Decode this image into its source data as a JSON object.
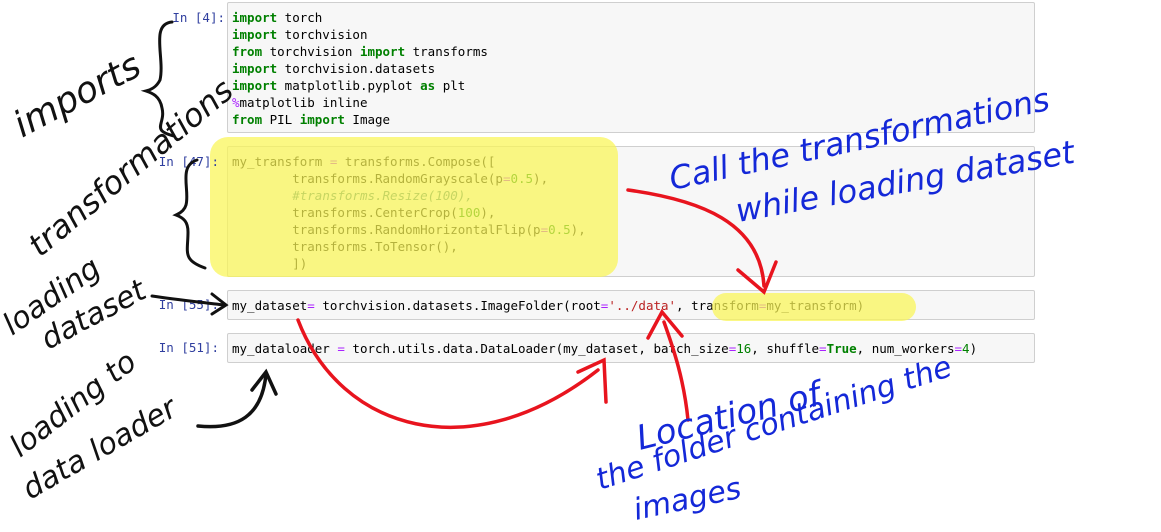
{
  "cells": [
    {
      "prompt": "In [4]:",
      "lines": [
        [
          {
            "t": "import",
            "c": "kw"
          },
          {
            "t": " torch"
          }
        ],
        [
          {
            "t": "import",
            "c": "kw"
          },
          {
            "t": " torchvision"
          }
        ],
        [
          {
            "t": "from",
            "c": "kw"
          },
          {
            "t": " torchvision "
          },
          {
            "t": "import",
            "c": "kw"
          },
          {
            "t": " transforms"
          }
        ],
        [
          {
            "t": "import",
            "c": "kw"
          },
          {
            "t": " torchvision.datasets"
          }
        ],
        [
          {
            "t": "import",
            "c": "kw"
          },
          {
            "t": " matplotlib.pyplot "
          },
          {
            "t": "as",
            "c": "kw"
          },
          {
            "t": " plt"
          }
        ],
        [
          {
            "t": "%",
            "c": "op"
          },
          {
            "t": "matplotlib inline"
          }
        ],
        [
          {
            "t": "from",
            "c": "kw"
          },
          {
            "t": " PIL "
          },
          {
            "t": "import",
            "c": "kw"
          },
          {
            "t": " Image"
          }
        ]
      ]
    },
    {
      "prompt": "In [47]:",
      "lines": [
        [
          {
            "t": "my_transform "
          },
          {
            "t": "=",
            "c": "op"
          },
          {
            "t": " transforms.Compose(["
          }
        ],
        [
          {
            "t": "        transforms.RandomGrayscale(p"
          },
          {
            "t": "=",
            "c": "op"
          },
          {
            "t": "0.5",
            "c": "num"
          },
          {
            "t": "),"
          }
        ],
        [
          {
            "t": "        "
          },
          {
            "t": "#transforms.Resize(100),",
            "c": "cm"
          }
        ],
        [
          {
            "t": "        transforms.CenterCrop("
          },
          {
            "t": "100",
            "c": "num"
          },
          {
            "t": "),"
          }
        ],
        [
          {
            "t": "        transforms.RandomHorizontalFlip(p"
          },
          {
            "t": "=",
            "c": "op"
          },
          {
            "t": "0.5",
            "c": "num"
          },
          {
            "t": "),"
          }
        ],
        [
          {
            "t": "        transforms.ToTensor(),"
          }
        ],
        [
          {
            "t": "        ])"
          }
        ]
      ]
    },
    {
      "prompt": "In [55]:",
      "lines": [
        [
          {
            "t": "my_dataset"
          },
          {
            "t": "=",
            "c": "op"
          },
          {
            "t": " torchvision.datasets.ImageFolder(root"
          },
          {
            "t": "=",
            "c": "op"
          },
          {
            "t": "'../data'",
            "c": "st"
          },
          {
            "t": ", transform"
          },
          {
            "t": "=",
            "c": "op"
          },
          {
            "t": "my_transform)"
          }
        ]
      ]
    },
    {
      "prompt": "In [51]:",
      "lines": [
        [
          {
            "t": "my_dataloader "
          },
          {
            "t": "=",
            "c": "op"
          },
          {
            "t": " torch.utils.data.DataLoader(my_dataset, batch_size"
          },
          {
            "t": "=",
            "c": "op"
          },
          {
            "t": "16",
            "c": "num"
          },
          {
            "t": ", shuffle"
          },
          {
            "t": "=",
            "c": "op"
          },
          {
            "t": "True",
            "c": "bi"
          },
          {
            "t": ", num_workers"
          },
          {
            "t": "=",
            "c": "op"
          },
          {
            "t": "4",
            "c": "num"
          },
          {
            "t": ")"
          }
        ]
      ]
    }
  ],
  "annotations": {
    "imports": "imports",
    "transformations": "transformations",
    "loading_dataset_1": "loading",
    "loading_dataset_2": "dataset",
    "loading_loader_1": "loading to",
    "loading_loader_2": "data loader",
    "call_1": "Call the transformations",
    "call_2": "while loading dataset",
    "location_1": "Location of",
    "location_2": "the folder containing the",
    "location_3": "images",
    "ink_black": "#111111",
    "ink_blue": "#1428d8",
    "ink_red": "#e8141e",
    "highlight": "#faf555"
  }
}
